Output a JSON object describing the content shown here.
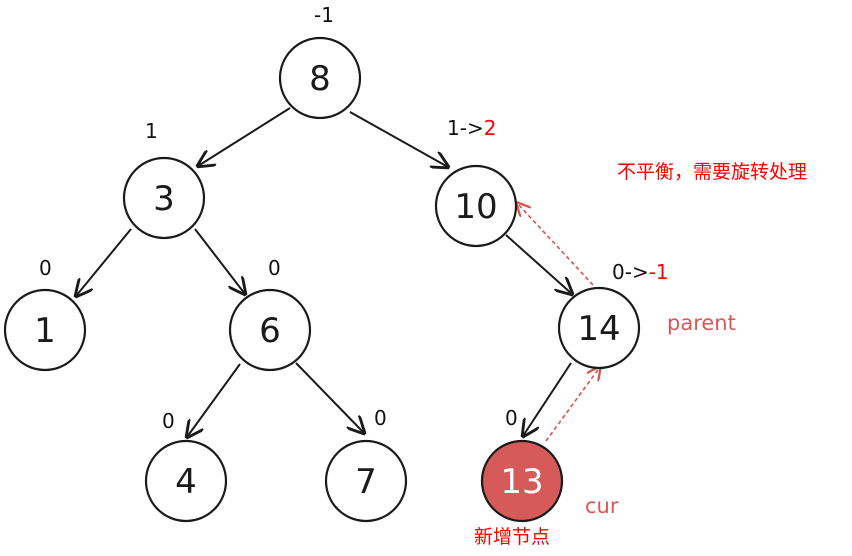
{
  "colors": {
    "new_node_fill": "#d65a5a",
    "annotation_red": "#ff0000",
    "label_salmon": "#e05656",
    "arrow_dark": "#1a1a1a",
    "dashed_red": "#d9534f"
  },
  "nodes": {
    "n8": {
      "label": "8",
      "bf": "-1"
    },
    "n3": {
      "label": "3",
      "bf": "1"
    },
    "n10": {
      "label": "10",
      "bf_old": "1->",
      "bf_new": "2"
    },
    "n1": {
      "label": "1",
      "bf": "0"
    },
    "n6": {
      "label": "6",
      "bf": "0"
    },
    "n14": {
      "label": "14",
      "bf_old": "0->",
      "bf_new": "-1"
    },
    "n4": {
      "label": "4",
      "bf": "0"
    },
    "n7": {
      "label": "7",
      "bf": "0"
    },
    "n13": {
      "label": "13",
      "bf": "0"
    }
  },
  "annotations": {
    "unbalanced": "不平衡，需要旋转处理",
    "parent": "parent",
    "cur": "cur",
    "new_node": "新增节点"
  }
}
